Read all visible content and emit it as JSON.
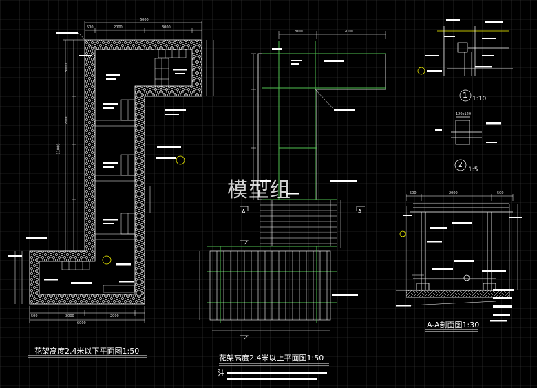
{
  "drawing": {
    "watermark": "模型组",
    "plan_lower": {
      "title": "花架高度2.4米以下平面图1:50"
    },
    "plan_upper": {
      "title": "花架高度2.4米以上平面图1:50"
    },
    "section": {
      "title": "A-A剖面图1:30"
    },
    "detail1": {
      "number": "1",
      "scale": "1:10"
    },
    "detail2": {
      "number": "2",
      "scale": "1:5"
    },
    "note_label": "注",
    "section_marks": [
      "A",
      "A"
    ],
    "dims": {
      "top_total": "6000",
      "top_a": "2000",
      "top_b": "3000",
      "top_c": "500",
      "left_total": "11000",
      "left_a": "3000",
      "left_b": "2000",
      "bottom_total": "6000",
      "bottom_a": "3000",
      "bottom_b": "2000",
      "bottom_c": "500",
      "upper_a": "2000",
      "upper_b": "2000",
      "sec_a": "500",
      "sec_b": "2000",
      "sec_c": "500",
      "det2": "120x120"
    },
    "colors": {
      "background": "#000000",
      "grid": "#3a3a3a",
      "line": "#ffffff",
      "green": "#4fc04f",
      "yellow": "#ffff00"
    }
  }
}
